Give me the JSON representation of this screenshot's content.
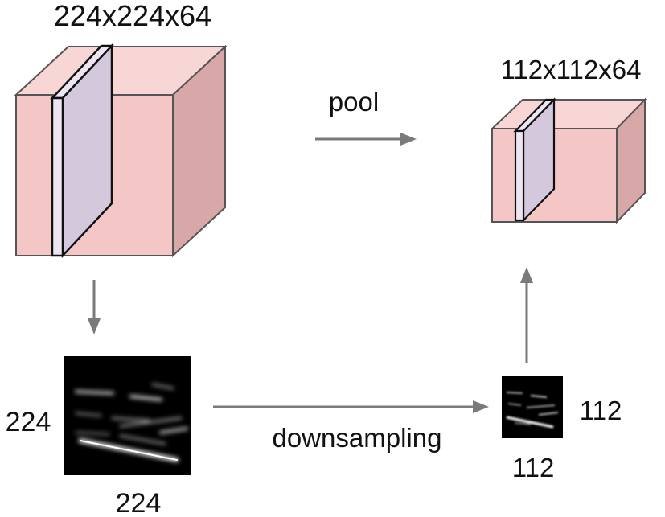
{
  "labels": {
    "input_volume": "224x224x64",
    "output_volume": "112x112x64",
    "pool": "pool",
    "downsampling": "downsampling",
    "input_slice_height": "224",
    "input_slice_width": "224",
    "output_slice_height": "112",
    "output_slice_width": "112"
  },
  "colors": {
    "cube_front": "#f4c6c6",
    "cube_top": "#f8d6d6",
    "cube_side": "#d8a8a8",
    "slice_fill": "#d4c8dc",
    "arrow": "#7a7a7a",
    "edge": "#555555",
    "activation_bg": "#000000"
  }
}
